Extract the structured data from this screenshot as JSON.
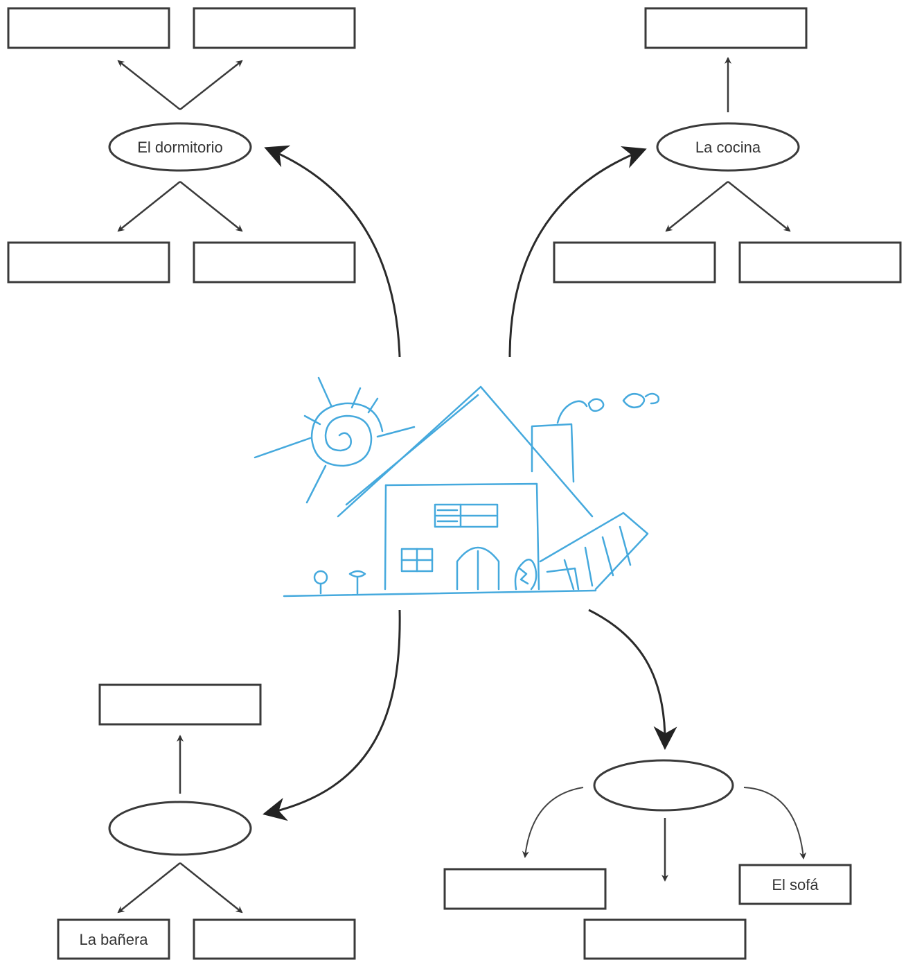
{
  "rooms": {
    "bedroom": {
      "name": "El dormitorio",
      "items": [
        "",
        "",
        "",
        ""
      ]
    },
    "kitchen": {
      "name": "La cocina",
      "items": [
        "",
        "",
        ""
      ]
    },
    "bathroom": {
      "name": "",
      "items": [
        "",
        "La bañera",
        ""
      ]
    },
    "living_room": {
      "name": "",
      "items": [
        "",
        "",
        "El sofá"
      ]
    }
  },
  "colors": {
    "sketch": "#45a9dd",
    "lines": "#333333"
  },
  "icons": [
    "house-sketch-icon",
    "sun-sketch-icon"
  ]
}
